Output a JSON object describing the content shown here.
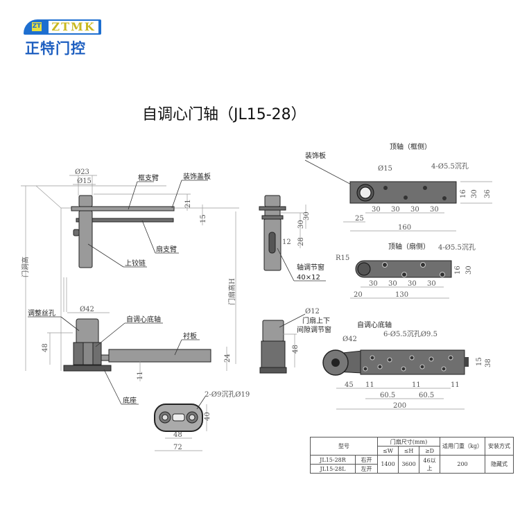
{
  "logo": {
    "mark": "ZT",
    "name": "ZTMK",
    "cn": "正特门控"
  },
  "title": "自调心门轴（JL15-28）",
  "side_view": {
    "frame_arm": "框支臂",
    "cover_plate": "装饰盖板",
    "leaf_arm": "扇支臂",
    "upper_hinge": "上铰链",
    "adjust_hole": "调整丝孔",
    "bottom_pivot": "自调心底轴",
    "liner_plate": "衬板",
    "base": "底座",
    "opening_height": "门洞高",
    "leaf_height": "门扇高H",
    "d23": "Ø23",
    "d15": "Ø15",
    "h21": "21",
    "h15": "15",
    "d42": "Ø42",
    "h48": "48",
    "h24": "24",
    "h11": "11"
  },
  "base_top": {
    "holes": "2-Ø9沉孔Ø19",
    "h40": "40",
    "w48": "48",
    "w72": "72"
  },
  "mid_view": {
    "h30": "30",
    "h28": "28",
    "w12": "12",
    "window1": "轴调节窗",
    "window1_size": "40×12",
    "d12": "Ø12",
    "window2a": "门扇上下",
    "window2b": "间隙调节窗",
    "h48": "48"
  },
  "top_frame": {
    "title": "顶轴（框侧）",
    "deco": "装饰板",
    "d15": "Ø15",
    "holes": "4-Ø5.5沉孔",
    "pitch": [
      "30",
      "30",
      "30",
      "30"
    ],
    "off": "25",
    "len": "160",
    "h16": "16",
    "h30": "30",
    "h36": "36",
    "left30": "30"
  },
  "top_leaf": {
    "title": "顶轴（扇侧）",
    "r": "R15",
    "holes": "4-Ø5.5沉孔",
    "pitch": [
      "30",
      "30",
      "30",
      "30"
    ],
    "off": "20",
    "len": "130",
    "h16": "16",
    "h30": "30"
  },
  "bottom": {
    "title": "自调心底轴",
    "d42": "Ø42",
    "holes": "6-Ø5.5沉孔Ø9.5",
    "d45": "45",
    "d11": [
      "11",
      "11",
      "11"
    ],
    "d605": [
      "60.5",
      "60.5"
    ],
    "len": "200",
    "h15": "15",
    "h38": "38"
  },
  "table": {
    "h_model": "型号",
    "h_size": "门扇尺寸(mm)",
    "h_weight": "适用门重（kg）",
    "h_install": "安装方式",
    "h_w": "≤W",
    "h_h": "≤H",
    "h_d": "≥D",
    "rows": [
      {
        "model": "JL15-28R",
        "dir": "右开"
      },
      {
        "model": "JL15-28L",
        "dir": "左开"
      }
    ],
    "w": "1400",
    "h": "3600",
    "d": "46以上",
    "weight": "200",
    "install": "隐藏式"
  }
}
